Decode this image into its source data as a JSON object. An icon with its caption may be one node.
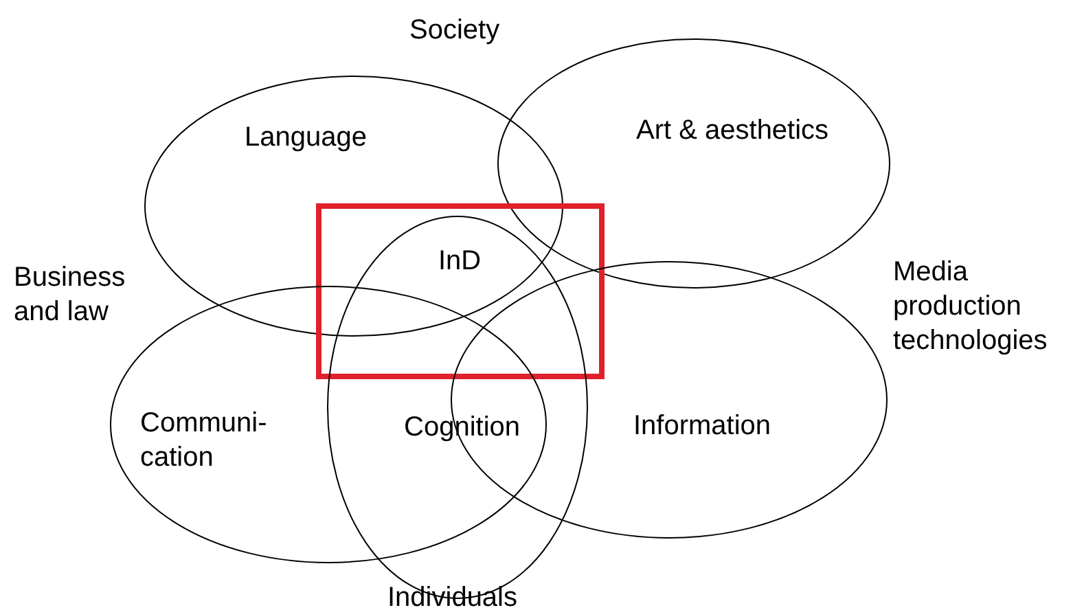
{
  "diagram": {
    "nodes": [
      {
        "text": [
          "Language"
        ]
      },
      {
        "text": [
          "Art & aesthetics"
        ]
      },
      {
        "text": [
          "InD"
        ]
      },
      {
        "text": [
          "Communi- cation"
        ]
      },
      {
        "text": [
          "Cognition"
        ]
      },
      {
        "text": [
          "Information"
        ]
      }
    ],
    "labels": [
      "Society",
      "Business and law",
      "Media production technologies",
      "Individuals"
    ]
  }
}
